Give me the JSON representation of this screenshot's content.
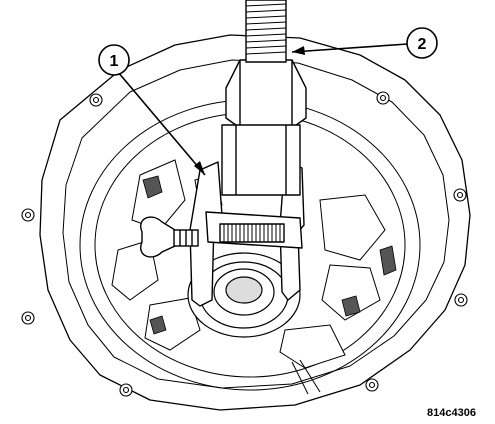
{
  "callouts": [
    {
      "label": "1"
    },
    {
      "label": "2"
    }
  ],
  "figure_id": "814c4306"
}
